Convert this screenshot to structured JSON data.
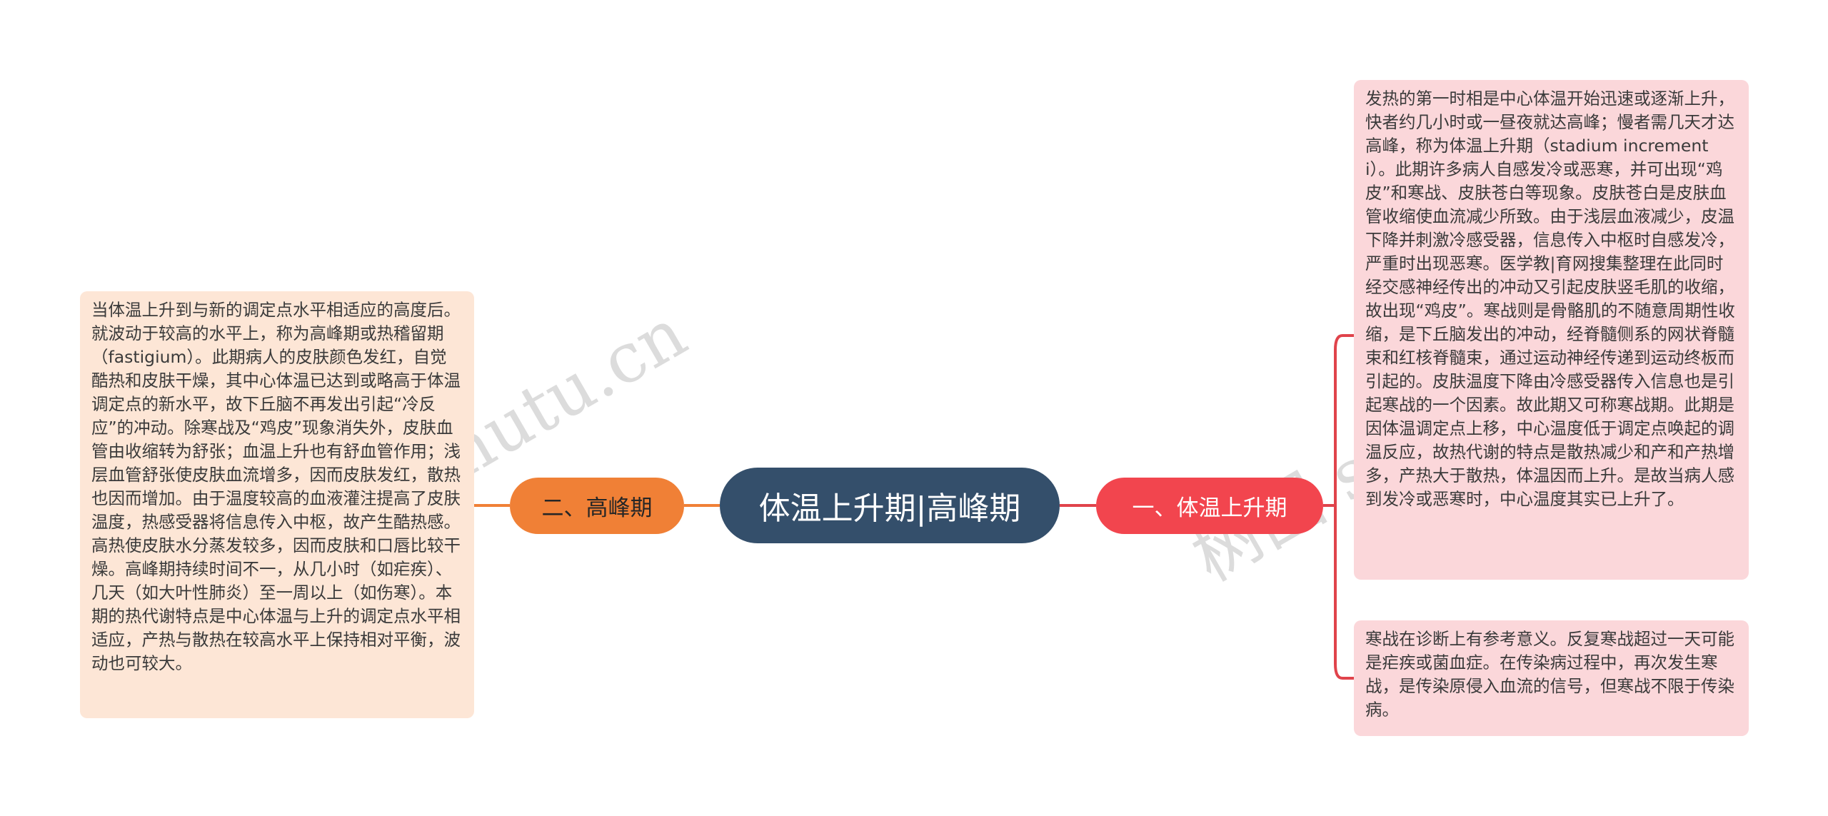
{
  "center": {
    "label": "体温上升期|高峰期"
  },
  "branches": {
    "right": {
      "label": "一、体温上升期",
      "color": "#f2454e"
    },
    "left": {
      "label": "二、高峰期",
      "color": "#f08036"
    }
  },
  "leaves": {
    "left_1": "当体温上升到与新的调定点水平相适应的高度后。就波动于较高的水平上，称为高峰期或热稽留期（fastigium）。此期病人的皮肤颜色发红，自觉酷热和皮肤干燥，其中心体温已达到或略高于体温调定点的新水平，故下丘脑不再发出引起“冷反应”的冲动。除寒战及“鸡皮”现象消失外，皮肤血管由收缩转为舒张；血温上升也有舒血管作用；浅层血管舒张使皮肤血流增多，因而皮肤发红，散热也因而增加。由于温度较高的血液灌注提高了皮肤温度，热感受器将信息传入中枢，故产生酷热感。高热使皮肤水分蒸发较多，因而皮肤和口唇比较干燥。高峰期持续时间不一，从几小时（如疟疾）、几天（如大叶性肺炎）至一周以上（如伤寒）。本期的热代谢特点是中心体温与上升的调定点水平相适应，产热与散热在较高水平上保持相对平衡，波动也可较大。",
    "right_1": "发热的第一时相是中心体温开始迅速或逐渐上升，快者约几小时或一昼夜就达高峰；慢者需几天才达高峰，称为体温上升期（stadium incrementi）。此期许多病人自感发冷或恶寒，并可出现“鸡皮”和寒战、皮肤苍白等现象。皮肤苍白是皮肤血管收缩使血流减少所致。由于浅层血液减少，皮温下降并刺激冷感受器，信息传入中枢时自感发冷，严重时出现恶寒。医学教|育网搜集整理在此同时经交感神经传出的冲动又引起皮肤竖毛肌的收缩，故出现“鸡皮”。寒战则是骨骼肌的不随意周期性收缩，是下丘脑发出的冲动，经脊髓侧系的网状脊髓束和红核脊髓束，通过运动神经传递到运动终板而引起的。皮肤温度下降由冷感受器传入信息也是引起寒战的一个因素。故此期又可称寒战期。此期是因体温调定点上移，中心温度低于调定点唤起的调温反应，故热代谢的特点是散热减少和产和产热增多，产热大于散热，体温因而上升。是故当病人感到发冷或恶寒时，中心温度其实已上升了。",
    "right_2": "寒战在诊断上有参考意义。反复寒战超过一天可能是疟疾或菌血症。在传染病过程中，再次发生寒战，是传染原侵入血流的信号，但寒战不限于传染病。"
  },
  "watermarks": [
    "shutu.cn",
    "树图 shu"
  ],
  "colors": {
    "center": "#344f6b",
    "left_link": "#f08036",
    "right_link": "#e0434b",
    "left_leaf_bg": "#fde6d6",
    "right_leaf_bg": "#fbd7da"
  }
}
